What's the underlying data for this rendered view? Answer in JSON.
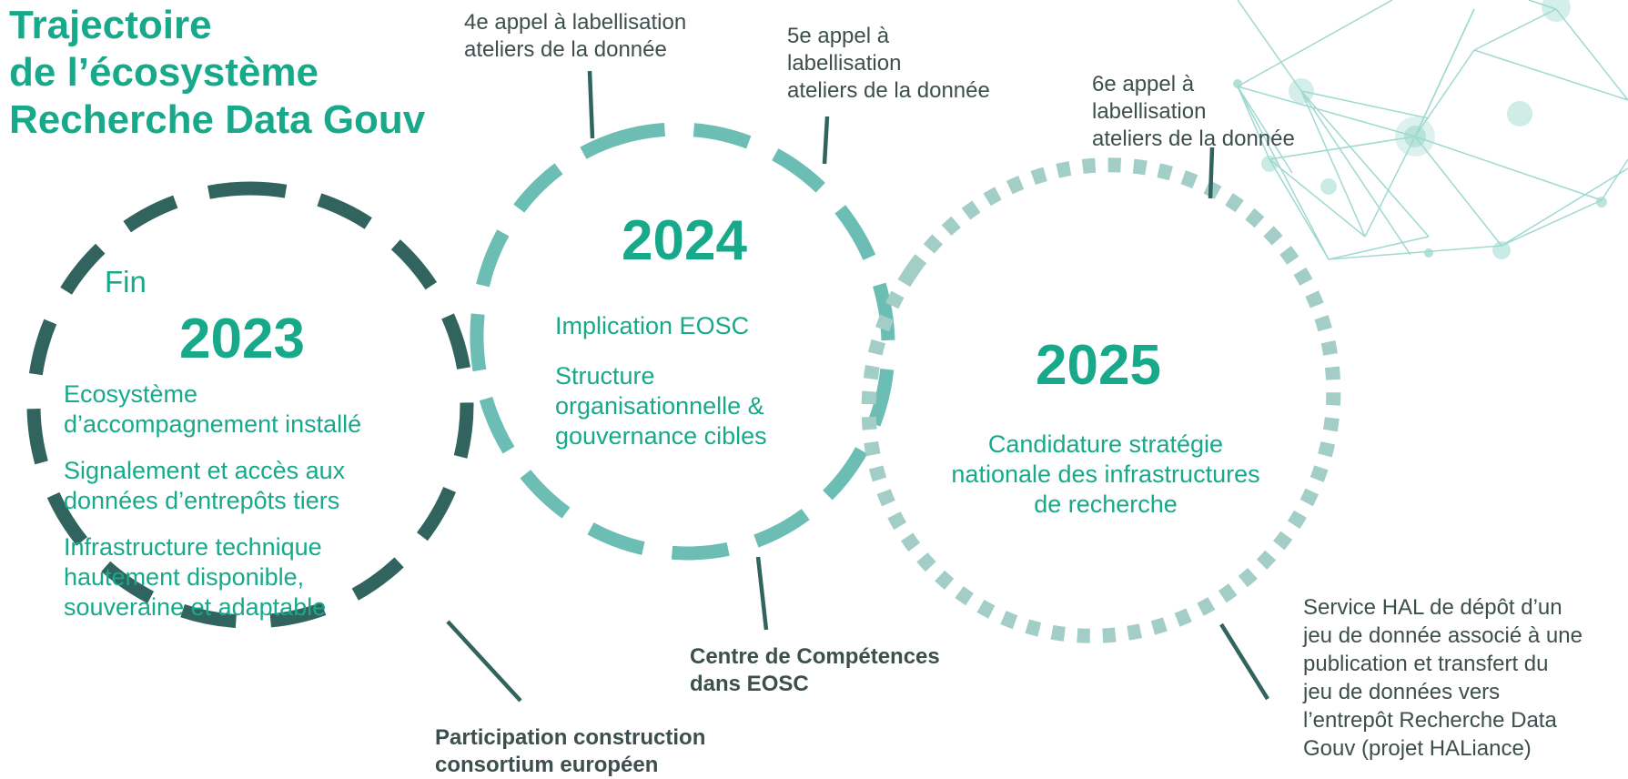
{
  "colors": {
    "dark_teal": "#32645f",
    "teal": "#17a98a",
    "light_teal": "#6cbdb4",
    "pale_teal": "#a3cdc7",
    "text_dark": "#3d4f4d",
    "network": "#9fd9cf"
  },
  "title": [
    "Trajectoire",
    "de l’écosystème",
    "Recherche Data Gouv"
  ],
  "milestones": {
    "call4": [
      "4e appel à labellisation",
      "ateliers de la donnée"
    ],
    "call5": [
      "5e appel à",
      "labellisation",
      "ateliers de la donnée"
    ],
    "call6": [
      "6e appel à",
      "labellisation",
      "ateliers de la donnée"
    ],
    "consortium": [
      "Participation construction",
      "consortium européen"
    ],
    "competence": [
      "Centre de Compétences",
      "dans EOSC"
    ],
    "hal": [
      "Service HAL de dépôt d’un",
      "jeu de donnée associé à une",
      "publication et transfert du",
      "jeu de données vers",
      "l’entrepôt Recherche Data",
      "Gouv (projet HALiance)"
    ]
  },
  "y2023": {
    "prefix": "Fin",
    "year": "2023",
    "items": [
      [
        "Ecosystème",
        "d’accompagnement installé"
      ],
      [
        "Signalement et accès aux",
        "données d’entrepôts tiers"
      ],
      [
        "Infrastructure technique",
        "hautement disponible,",
        "souveraine et adaptable"
      ]
    ]
  },
  "y2024": {
    "year": "2024",
    "items": [
      [
        "Implication EOSC"
      ],
      [
        "Structure",
        "organisationnelle &",
        "gouvernance cibles"
      ]
    ]
  },
  "y2025": {
    "year": "2025",
    "items": [
      [
        "Candidature stratégie",
        "nationale des infrastructures",
        "de recherche"
      ]
    ]
  }
}
